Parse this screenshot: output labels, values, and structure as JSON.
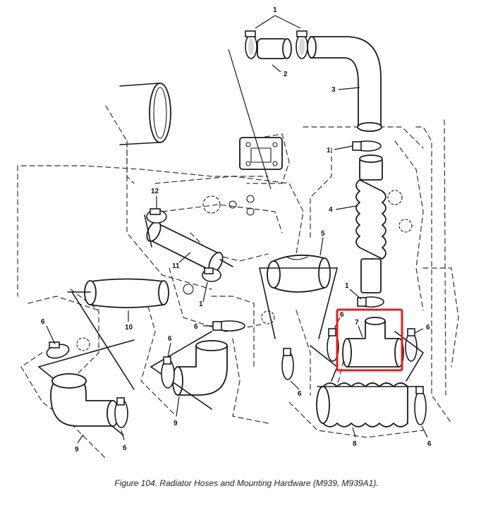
{
  "caption": "Figure 104.  Radiator Hoses and Mounting Hardware (M939, M939A1).",
  "callouts": {
    "c1_top": "1",
    "c2": "2",
    "c3": "3",
    "c1_mid": "1",
    "c4": "4",
    "c5": "5",
    "c12": "12",
    "c11": "11",
    "c1_left": "1",
    "c10": "10",
    "c6_left_top": "6",
    "c6_center": "6",
    "c6_elbow": "6",
    "c9_center": "9",
    "c9_left": "9",
    "c6_left_bottom": "6",
    "c1_lower": "1",
    "c6_tee_left": "6",
    "c7": "7",
    "c6_tee_right": "6",
    "c6_right_low": "6",
    "c8": "8",
    "c6_right_bottom": "6"
  },
  "highlight_color": "#e02020"
}
